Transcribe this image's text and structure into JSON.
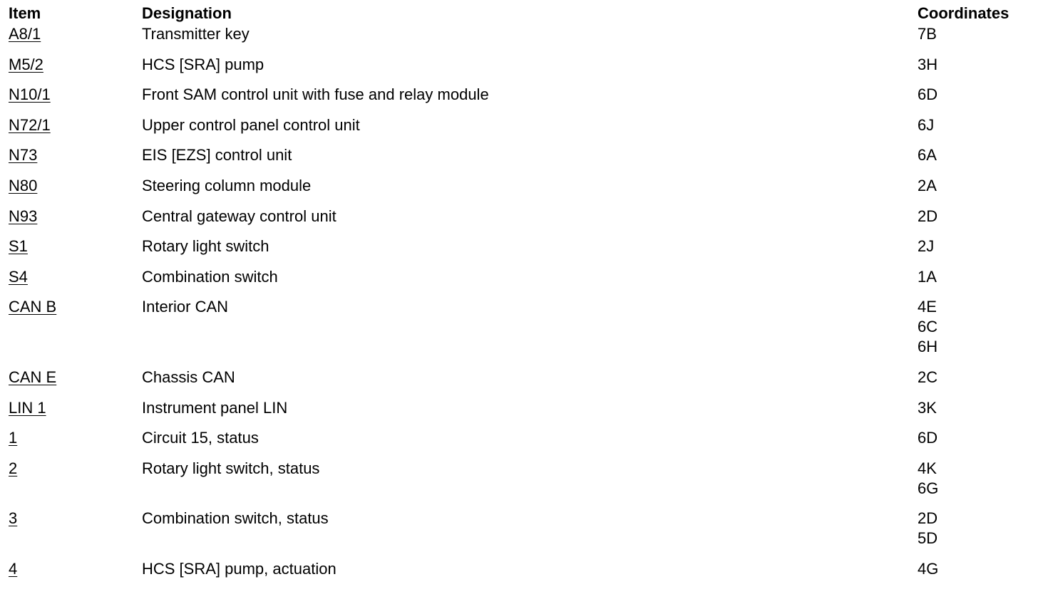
{
  "header": {
    "item": "Item",
    "designation": "Designation",
    "coordinates": "Coordinates"
  },
  "rows": [
    {
      "item": "A8/1",
      "designation": "Transmitter key",
      "coords": [
        "7B"
      ]
    },
    {
      "item": "M5/2",
      "designation": "HCS [SRA] pump",
      "coords": [
        "3H"
      ]
    },
    {
      "item": "N10/1",
      "designation": "Front SAM control unit with fuse and relay module",
      "coords": [
        "6D"
      ]
    },
    {
      "item": "N72/1",
      "designation": "Upper control panel control unit",
      "coords": [
        "6J"
      ]
    },
    {
      "item": "N73",
      "designation": "EIS [EZS] control unit",
      "coords": [
        "6A"
      ]
    },
    {
      "item": "N80",
      "designation": "Steering column module",
      "coords": [
        "2A"
      ]
    },
    {
      "item": "N93",
      "designation": "Central gateway control unit",
      "coords": [
        "2D"
      ]
    },
    {
      "item": "S1",
      "designation": "Rotary light switch",
      "coords": [
        "2J"
      ]
    },
    {
      "item": "S4",
      "designation": "Combination switch",
      "coords": [
        "1A"
      ]
    },
    {
      "item": "CAN B",
      "designation": "Interior CAN",
      "coords": [
        "4E",
        "6C",
        "6H"
      ]
    },
    {
      "item": "CAN E",
      "designation": "Chassis CAN",
      "coords": [
        "2C"
      ]
    },
    {
      "item": "LIN 1",
      "designation": "Instrument panel LIN",
      "coords": [
        "3K"
      ]
    },
    {
      "item": "1",
      "designation": "Circuit 15, status",
      "coords": [
        "6D"
      ]
    },
    {
      "item": "2",
      "designation": "Rotary light switch, status",
      "coords": [
        "4K",
        "6G"
      ]
    },
    {
      "item": "3",
      "designation": "Combination switch, status",
      "coords": [
        "2D",
        "5D"
      ]
    },
    {
      "item": "4",
      "designation": "HCS [SRA] pump, actuation",
      "coords": [
        "4G"
      ]
    }
  ]
}
